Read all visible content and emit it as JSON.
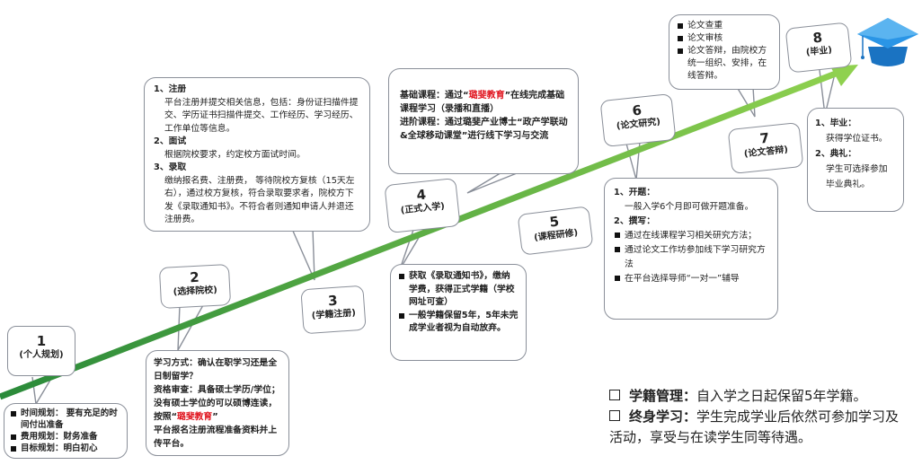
{
  "steps": [
    {
      "num": "1",
      "label": "(个人规划)"
    },
    {
      "num": "2",
      "label": "(选择院校)"
    },
    {
      "num": "3",
      "label": "(学籍注册)"
    },
    {
      "num": "4",
      "label": "(正式入学)"
    },
    {
      "num": "5",
      "label": "(课程研修)"
    },
    {
      "num": "6",
      "label": "(论文研究)"
    },
    {
      "num": "7",
      "label": "(论文答辩)"
    },
    {
      "num": "8",
      "label": "(毕业)"
    }
  ],
  "box1": {
    "items": [
      "时间规划： 要有充足的时间付出准备",
      "费用规划：财务准备",
      "目标规划：明白初心"
    ]
  },
  "box2": {
    "line1": "学习方式：确认在职学习还是全日制留学？",
    "line2": "资格审查：具备硕士学历/学位；没有硕士学位的可以硕博连读，按照“",
    "brand": "璐斐教育",
    "line2_end": "”",
    "line3": "平台报名注册流程准备资料并上传平台。"
  },
  "box3": {
    "h1": "1、注册",
    "p1": "平台注册并提交相关信息，包括：身份证扫描件提交、学历证书扫描件提交、工作经历、学习经历、工作单位等信息。",
    "h2": "2、面试",
    "p2": "根据院校要求，约定校方面试时间。",
    "h3": "3、录取",
    "p3": "缴纳报名费、注册费， 等待院校方复核（15天左右），通过校方复核，符合录取要求者，院校方下发《录取通知书》。不符合者则通知申请人并退还注册费。"
  },
  "box4": {
    "items": [
      "获取《录取通知书》，缴纳学费，获得正式学籍（学校网址可查）",
      "一般学籍保留5年，5年未完成学业者视为自动放弃。"
    ]
  },
  "box5": {
    "a_pre": "基础课程：通过“",
    "a_brand": "璐斐教育",
    "a_post": "”在线完成基础课程学习（录播和直播）",
    "b": "进阶课程：通过璐斐产业博士“政产学联动&全球移动课堂”进行线下学习与交流"
  },
  "box6": {
    "h1": "1、开题：",
    "p1": "一般入学6个月即可做开题准备。",
    "h2": "2、撰写：",
    "items": [
      "通过在线课程学习相关研究方法；",
      "通过论文工作坊参加线下学习研究方法",
      "在平台选择导师“一对一”辅导"
    ]
  },
  "box7": {
    "items": [
      "论文查重",
      "论文审核",
      "论文答辩，由院校方统一组织、安排，在线答辩。"
    ]
  },
  "box8": {
    "h1": "1、毕业：",
    "p1": "获得学位证书。",
    "h2": "2、典礼：",
    "p2": "学生可选择参加毕业典礼。"
  },
  "legend": {
    "l1_bold": "学籍管理：",
    "l1_text": "自入学之日起保留5年学籍。",
    "l2_bold": "终身学习：",
    "l2_text": "学生完成学业后依然可参加学习及活动，享受与在读学生同等待遇。"
  },
  "colors": {
    "arrow_start": "#2a8a3a",
    "arrow_end": "#8fd14f",
    "brand_red": "#e0141e",
    "cap": "#1a7fd0"
  }
}
